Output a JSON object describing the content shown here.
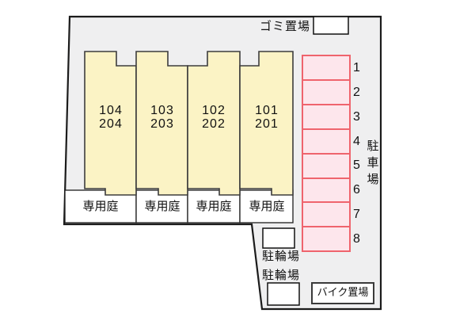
{
  "plan": {
    "garbage_label": "ゴミ置場",
    "parking_label": "駐車場",
    "bicycle_label_upper": "駐輪場",
    "bicycle_label_lower": "駐輪場",
    "motorcycle_label": "バイク置場"
  },
  "units": [
    {
      "room_line1": "104",
      "room_line2": "204",
      "garden_label": "専用庭"
    },
    {
      "room_line1": "103",
      "room_line2": "203",
      "garden_label": "専用庭"
    },
    {
      "room_line1": "102",
      "room_line2": "202",
      "garden_label": "専用庭"
    },
    {
      "room_line1": "101",
      "room_line2": "201",
      "garden_label": "専用庭"
    }
  ],
  "parking_spaces": [
    {
      "number": "1"
    },
    {
      "number": "2"
    },
    {
      "number": "3"
    },
    {
      "number": "4"
    },
    {
      "number": "5"
    },
    {
      "number": "6"
    },
    {
      "number": "7"
    },
    {
      "number": "8"
    }
  ],
  "colors": {
    "site_fill": "#efeff0",
    "site_stroke": "#1b1b1b",
    "building_fill": "#fbf3c5",
    "building_stroke": "#3c3c3c",
    "parking_fill": "#fde6ec",
    "parking_border": "#ef646d"
  }
}
